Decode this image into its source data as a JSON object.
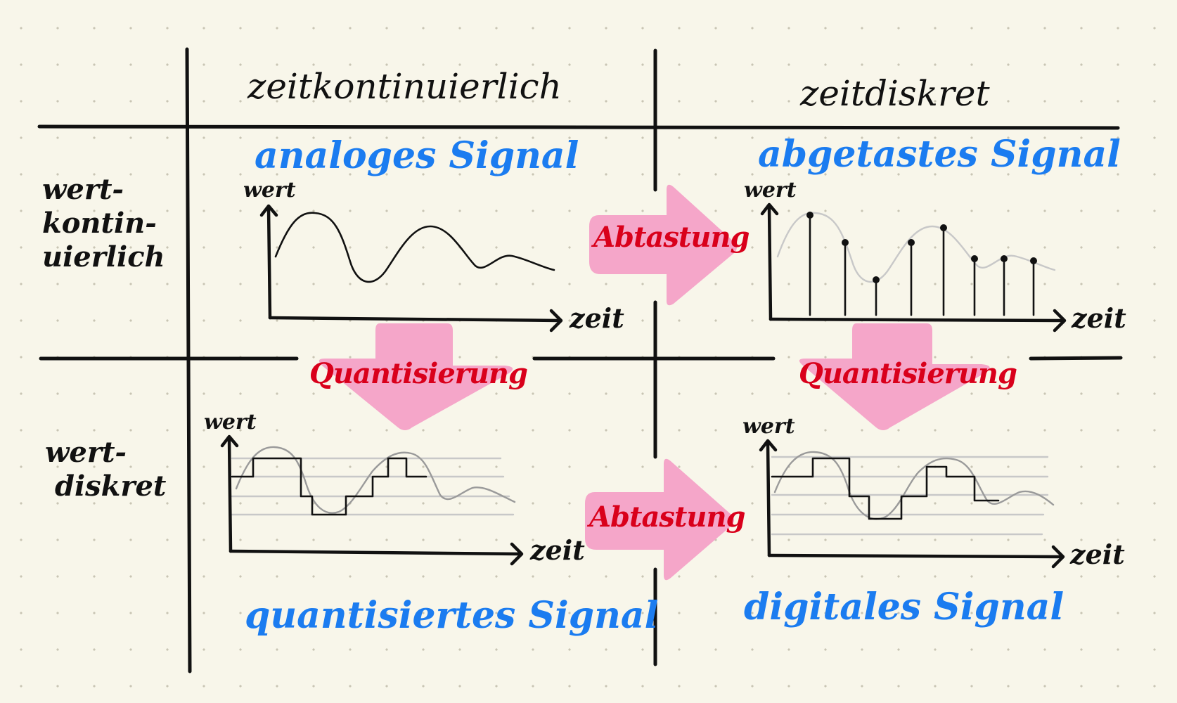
{
  "colors": {
    "ink": "#111111",
    "signal_label": "#1b7cf0",
    "process_label": "#d9001b",
    "arrow_fill": "#f5a6c9",
    "grid_line": "#c8c8c8",
    "ghost_curve": "#9a9a9a"
  },
  "headers": {
    "time_continuous": "zeitkontinuierlich",
    "time_discrete": "zeitdiskret"
  },
  "rows": {
    "value_continuous": [
      "wert-",
      "kontin-",
      "uierlich"
    ],
    "value_discrete": [
      "wert-",
      "diskret"
    ]
  },
  "signals": {
    "analog": "analoges Signal",
    "sampled": "abgetastes Signal",
    "quantized": "quantisiertes Signal",
    "digital": "digitales Signal"
  },
  "processes": {
    "sampling_top": "Abtastung",
    "sampling_bottom": "Abtastung",
    "quantization_left": "Quantisierung",
    "quantization_right": "Quantisierung"
  },
  "axes": {
    "value": "wert",
    "time": "zeit"
  }
}
